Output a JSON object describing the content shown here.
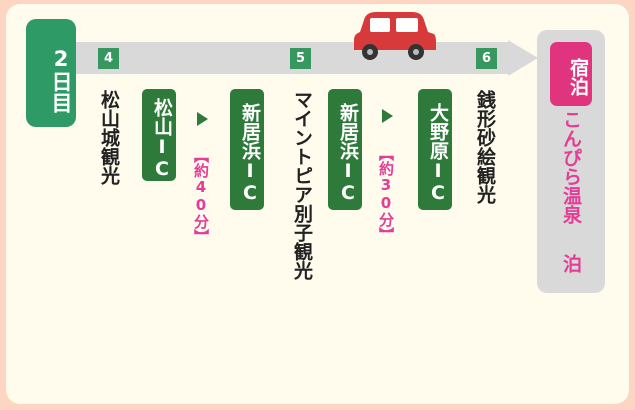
{
  "day": {
    "label": "2日目"
  },
  "steps": {
    "four": "4",
    "five": "5",
    "six": "6"
  },
  "sights": {
    "matsuyama_castle": "松山城観光",
    "mine_topia": "マイントピア別子観光",
    "zenigata": "銭形砂絵観光"
  },
  "interchanges": {
    "matsuyama_ic": "松山IC",
    "niihama_ic_1": "新居浜IC",
    "niihama_ic_2": "新居浜IC",
    "onohara_ic": "大野原IC"
  },
  "durations": {
    "d1": "【約40分】",
    "d2": "【約30分】"
  },
  "stay": {
    "badge": "宿泊",
    "place": "こんぴら温泉",
    "suffix": "泊"
  },
  "colors": {
    "green": "#2d7a3a",
    "pink": "#e33d96",
    "car": "#d63a3a",
    "arrow": "#d9d9d9"
  }
}
